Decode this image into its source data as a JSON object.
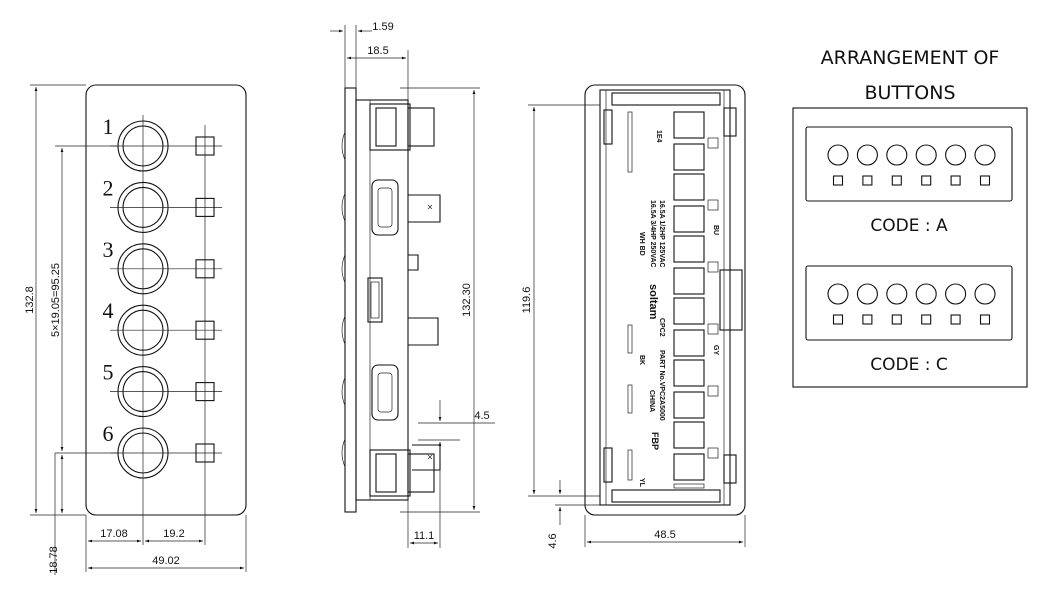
{
  "front_view": {
    "button_numbers": [
      "1",
      "2",
      "3",
      "4",
      "5",
      "6"
    ],
    "dims": {
      "height": "132.8",
      "pitch": "5×19.05=95.25",
      "left_offset": "17.08",
      "mid_offset": "19.2",
      "width": "49.02",
      "bottom_offset": "18.78"
    }
  },
  "side_view": {
    "dims": {
      "top_small": "1.59",
      "top_width": "18.5",
      "height": "132.30",
      "right_small": "4.5",
      "bottom_width": "11.1"
    }
  },
  "back_view": {
    "dims": {
      "height": "119.6",
      "bottom_small": "4.6",
      "width": "48.5"
    },
    "label_text": {
      "ratings_1": "16.5A 3/4HP 250VAC",
      "ratings_2": "16.5A 1/2HP 125VAC",
      "t_rating": "1E4",
      "marks": "WH BD",
      "brand": "soltam",
      "model": "CPC2",
      "origin": "CHINA",
      "part_no": "PART No.VPC2A5000",
      "logo": "FBP",
      "color_bk": "BK",
      "color_yl": "YL",
      "color_bu": "BU",
      "color_gy": "GY"
    }
  },
  "arrangement": {
    "title_line1": "ARRANGEMENT OF",
    "title_line2": "BUTTONS",
    "code_a": "CODE : A",
    "code_c": "CODE : C"
  }
}
